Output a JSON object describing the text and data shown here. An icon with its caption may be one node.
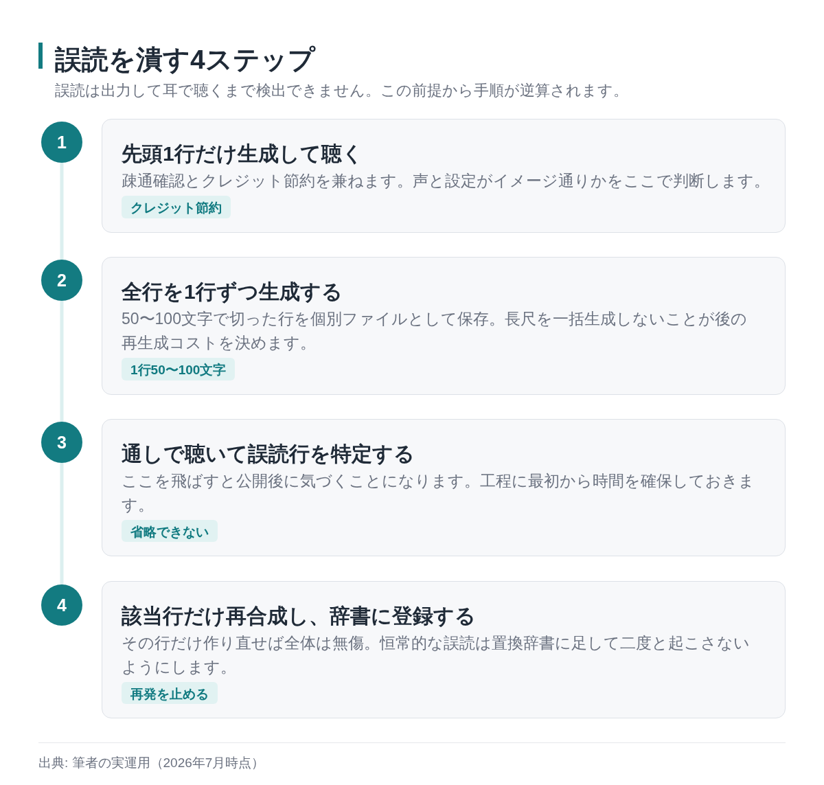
{
  "diagram": {
    "title": "誤読を潰す4ステップ",
    "nodes": [
      {
        "text": [
          "1"
        ]
      },
      {
        "text": [
          "先頭1行だけ生成して聴く",
          "疎通確認とクレジット節約を兼ねます。声と設定がイメージ通りかをここで判断します。"
        ]
      },
      {
        "text": [
          "クレジット節約"
        ],
        "in": 1
      },
      {
        "text": [
          "2"
        ]
      },
      {
        "text": [
          "全行を1行ずつ生成する",
          "50〜100文字で切った行を個別ファイルとして保存。長尺を一括生成しないことが後の再生成コストを決めます。"
        ]
      },
      {
        "text": [
          "1行50〜100文字"
        ],
        "in": 4
      },
      {
        "text": [
          "3"
        ]
      },
      {
        "text": [
          "通しで聴いて誤読行を特定する",
          "ここを飛ばすと公開後に気づくことになります。工程に最初から時間を確保しておきます。"
        ]
      },
      {
        "text": [
          "省略できない"
        ],
        "in": 7
      },
      {
        "text": [
          "4"
        ]
      },
      {
        "text": [
          "該当行だけ再合成し、辞書に登録する",
          "その行だけ作り直せば全体は無傷。恒常的な誤読は置換辞書に足して二度と起こさないようにします。"
        ]
      },
      {
        "text": [
          "再発を止める"
        ],
        "in": 10
      }
    ],
    "edges": [
      {
        "from": 0,
        "to": 3,
        "arrow": "none"
      },
      {
        "from": 3,
        "to": 6,
        "arrow": "none"
      },
      {
        "from": 6,
        "to": 9,
        "arrow": "none"
      }
    ],
    "labels": [
      "誤読は出力して耳で聴くまで検出できません。この前提から手順が逆算されます。",
      "出典: 筆者の実運用（2026年7月時点）"
    ]
  }
}
